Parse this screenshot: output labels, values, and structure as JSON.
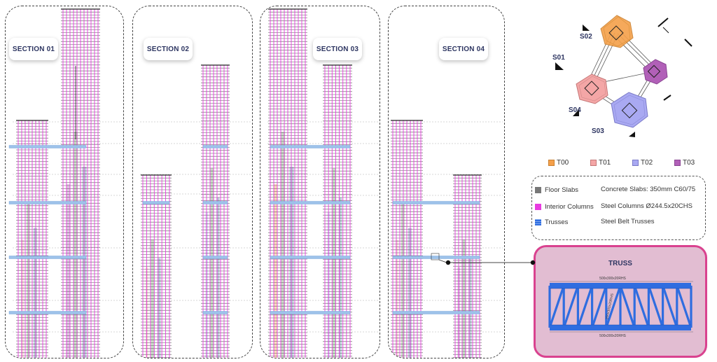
{
  "sections": [
    {
      "label": "SECTION 01"
    },
    {
      "label": "SECTION 02"
    },
    {
      "label": "SECTION 03"
    },
    {
      "label": "SECTION 04"
    }
  ],
  "key_plan": {
    "markers": [
      "S01",
      "S02",
      "S03",
      "S04"
    ]
  },
  "towers": [
    {
      "label": "T00",
      "color": "#f5a04a"
    },
    {
      "label": "T01",
      "color": "#f4a6a6"
    },
    {
      "label": "T02",
      "color": "#a9a9f2"
    },
    {
      "label": "T03",
      "color": "#b160b8"
    }
  ],
  "material_legend": [
    {
      "name": "Floor Slabs",
      "desc": "Concrete Slabs: 350mm C60/75",
      "color": "#777777"
    },
    {
      "name": "Interior Columns",
      "desc": "Steel Columns Ø244.5x20CHS",
      "color": "#e83be0"
    },
    {
      "name": "Trusses",
      "desc": "Steel Belt Trusses",
      "color": "#2f6de0"
    }
  ],
  "truss_detail": {
    "title": "TRUSS",
    "top_chord": "500x300x20RHS",
    "bottom_chord": "500x300x20RHS",
    "diagonal": "200x300x20RHS"
  },
  "colors": {
    "columns": "#e83be0",
    "truss": "#2f6de0",
    "slab": "#555555",
    "panel_border": "#444444",
    "truss_box": "#d9428f",
    "truss_box_fill": "#e2bdd2"
  }
}
